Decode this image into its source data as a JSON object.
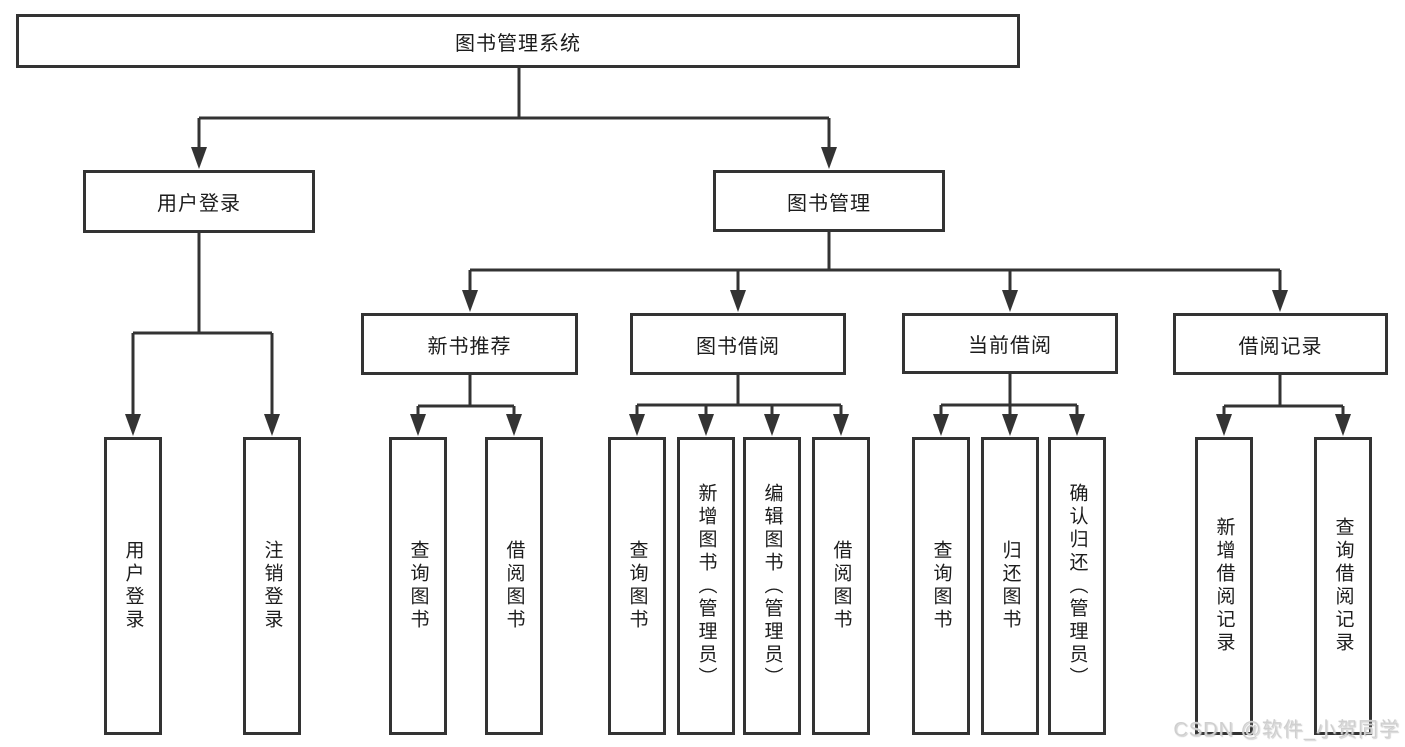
{
  "diagram": {
    "type": "hierarchy-tree",
    "colors": {
      "line": "#333333",
      "box_border": "#333333",
      "text": "#1c1c1c",
      "background": "#ffffff",
      "watermark": "#cfcfcf"
    },
    "tree": {
      "label": "图书管理系统",
      "children": [
        {
          "label": "用户登录",
          "children": [
            {
              "label": "用户登录"
            },
            {
              "label": "注销登录"
            }
          ]
        },
        {
          "label": "图书管理",
          "children": [
            {
              "label": "新书推荐",
              "children": [
                {
                  "label": "查询图书"
                },
                {
                  "label": "借阅图书"
                }
              ]
            },
            {
              "label": "图书借阅",
              "children": [
                {
                  "label": "查询图书"
                },
                {
                  "label": "新增图书（管理员）"
                },
                {
                  "label": "编辑图书（管理员）"
                },
                {
                  "label": "借阅图书"
                }
              ]
            },
            {
              "label": "当前借阅",
              "children": [
                {
                  "label": "查询图书"
                },
                {
                  "label": "归还图书"
                },
                {
                  "label": "确认归还（管理员）"
                }
              ]
            },
            {
              "label": "借阅记录",
              "children": [
                {
                  "label": "新增借阅记录"
                },
                {
                  "label": "查询借阅记录"
                }
              ]
            }
          ]
        }
      ]
    },
    "watermark": {
      "text": "CSDN @软件_小贺同学"
    }
  }
}
